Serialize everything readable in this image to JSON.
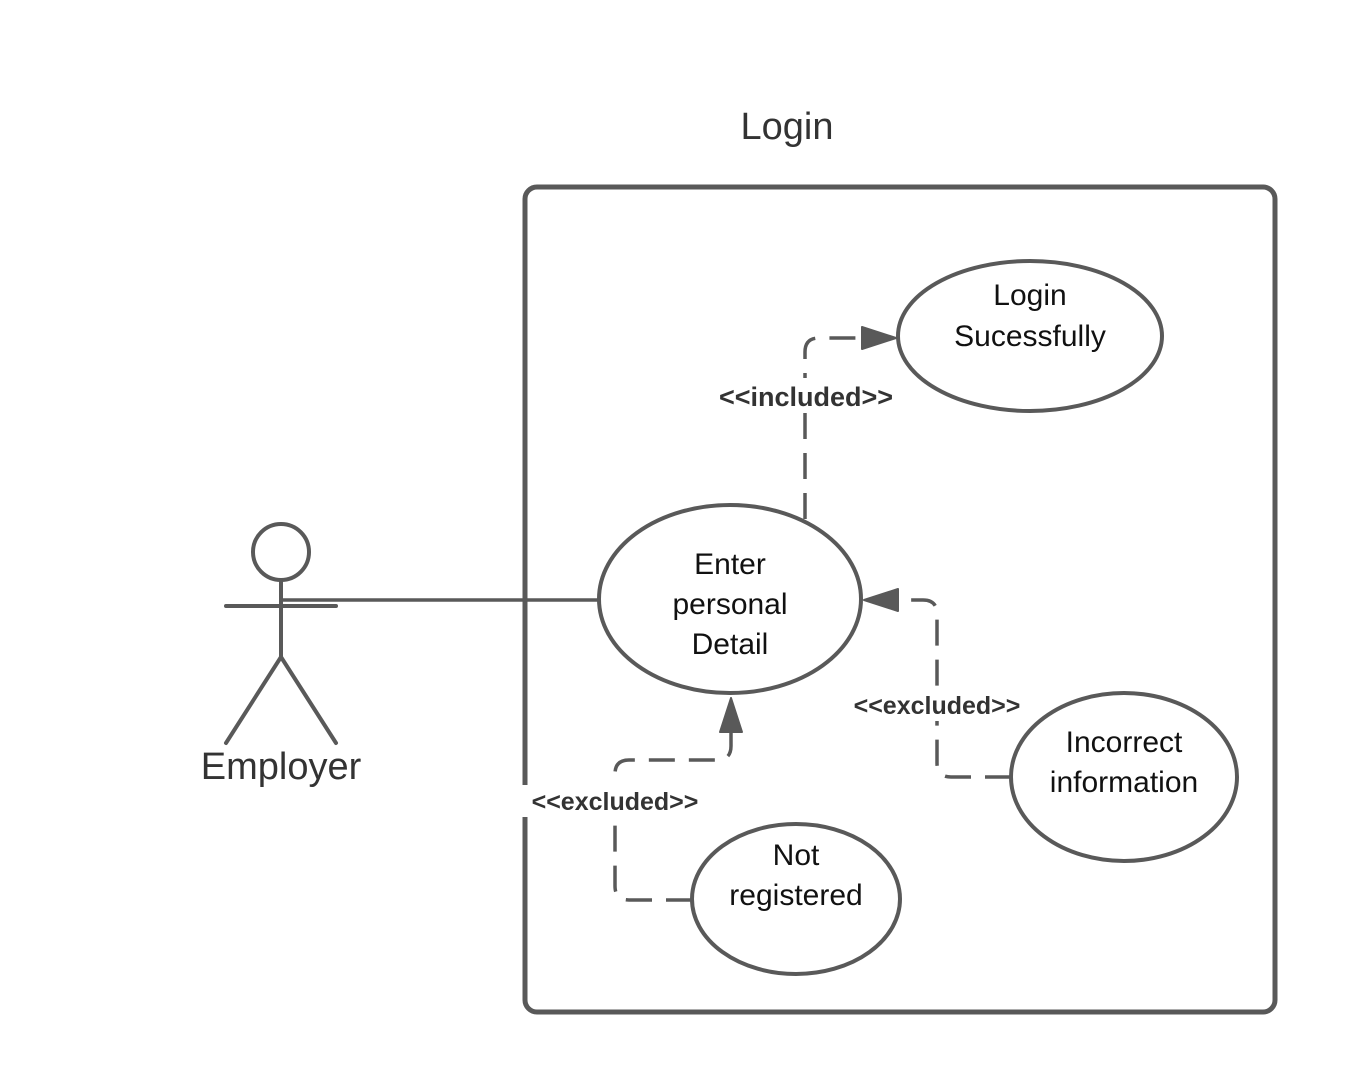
{
  "diagram": {
    "title": "Login",
    "actor": {
      "label": "Employer"
    },
    "use_cases": {
      "login_successfully": {
        "lines": [
          "Login",
          "Sucessfully"
        ]
      },
      "enter_personal_detail": {
        "lines": [
          "Enter",
          "personal",
          "Detail"
        ]
      },
      "incorrect_information": {
        "lines": [
          "Incorrect",
          "information"
        ]
      },
      "not_registered": {
        "lines": [
          "Not",
          "registered"
        ]
      }
    },
    "relations": {
      "included": "<<included>>",
      "excluded_incorrect": "<<excluded>>",
      "excluded_not_registered": "<<excluded>>"
    },
    "colors": {
      "stroke": "#595959",
      "text": "#333333"
    }
  }
}
